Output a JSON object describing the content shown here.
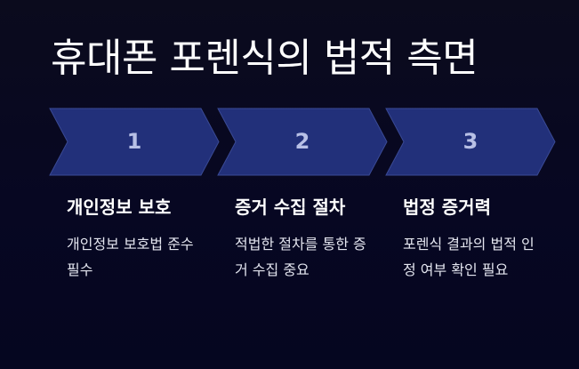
{
  "slide": {
    "title": "휴대폰 포렌식의 법적 측면"
  },
  "colors": {
    "arrow_fill": "#22307a",
    "arrow_stroke": "#3a4a95",
    "number_text": "#b8c0e6",
    "background": "#070722"
  },
  "steps": [
    {
      "number": "1"
    },
    {
      "number": "2"
    },
    {
      "number": "3"
    }
  ],
  "cards": [
    {
      "title": "개인정보 보호",
      "description": "개인정보 보호법 준수 필수"
    },
    {
      "title": "증거 수집 절차",
      "description": "적법한 절차를 통한 증거 수집 중요"
    },
    {
      "title": "법정 증거력",
      "description": "포렌식 결과의 법적 인정 여부 확인 필요"
    }
  ]
}
